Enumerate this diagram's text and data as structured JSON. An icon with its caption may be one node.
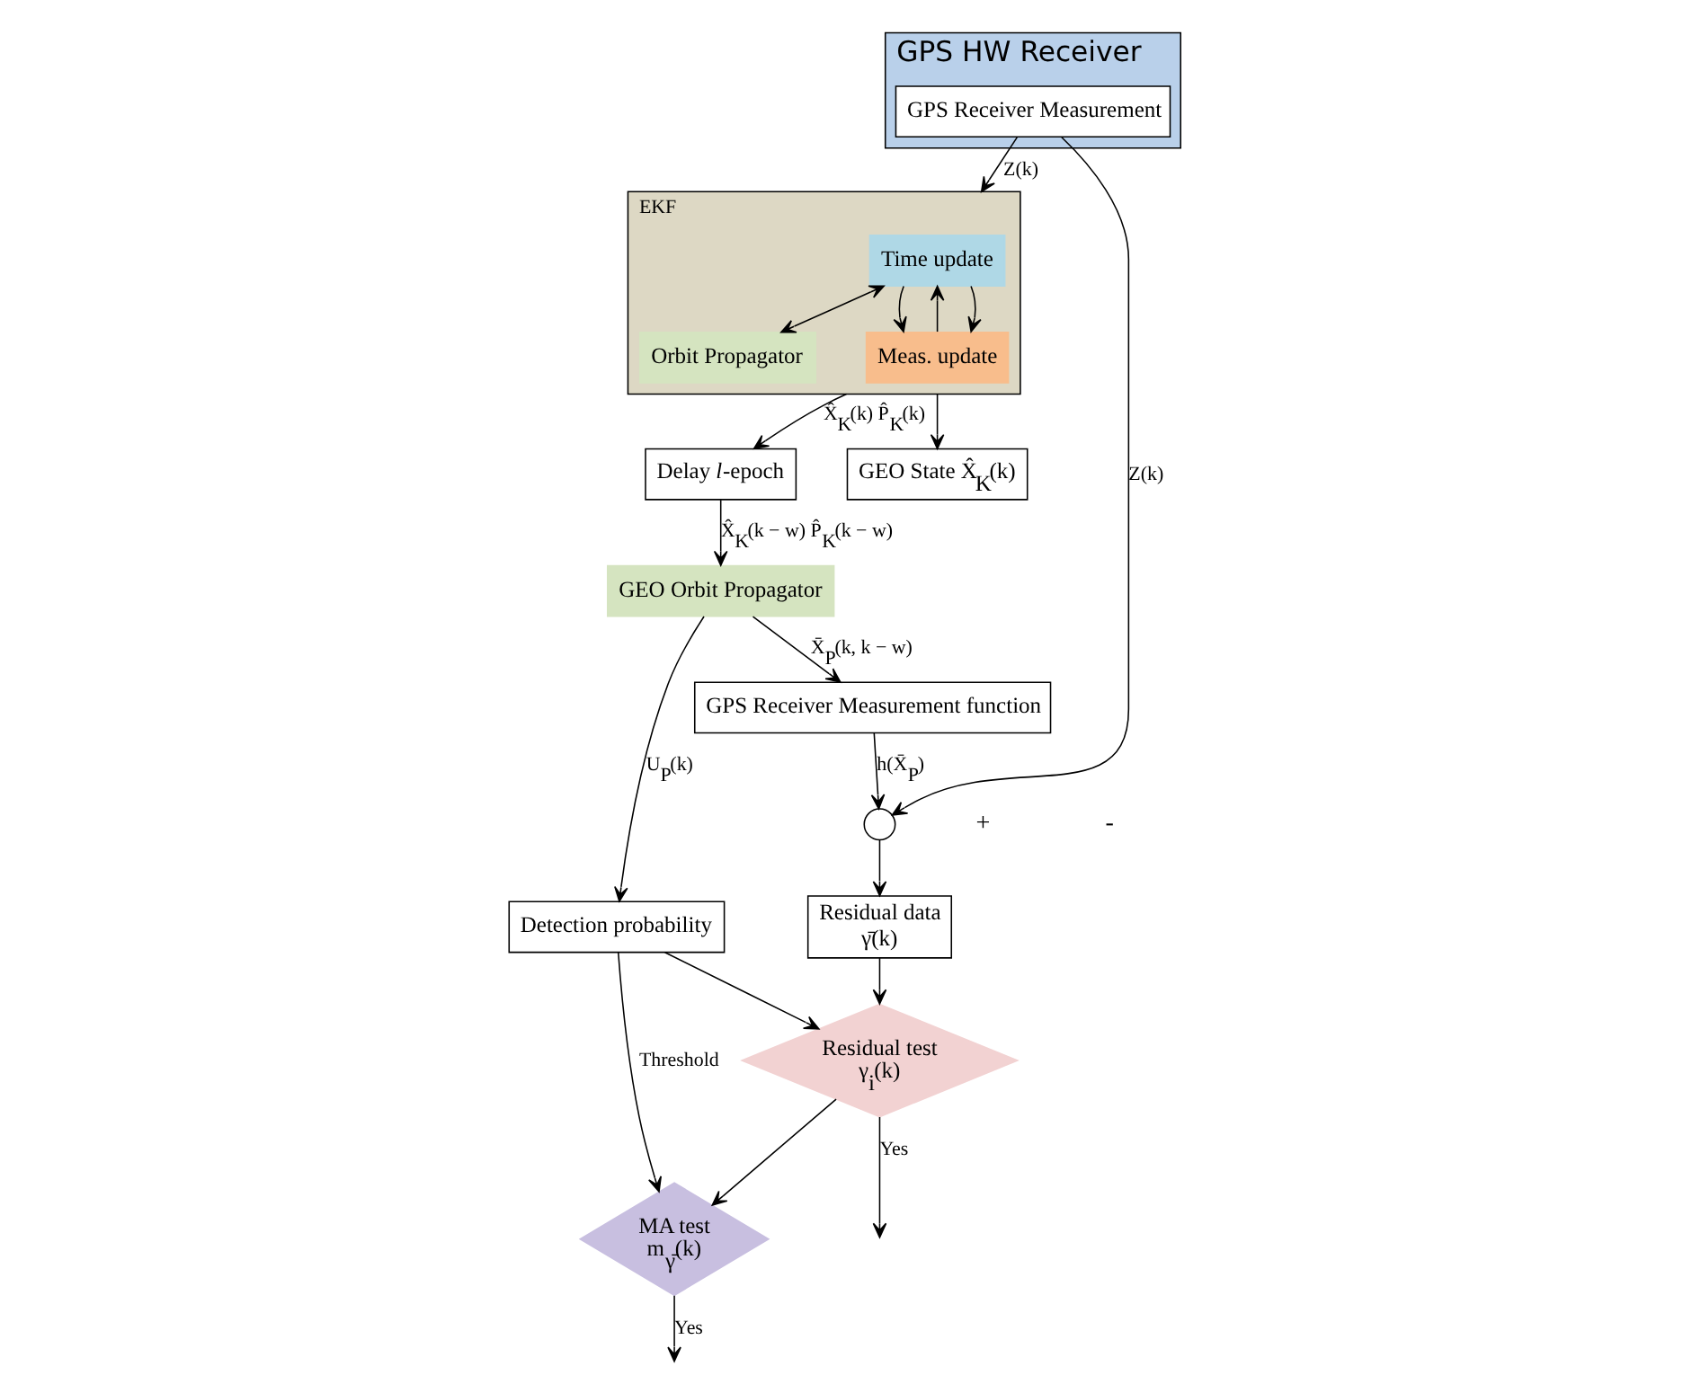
{
  "diagram": {
    "nodes": [
      {
        "text": [
          "GPS HW Receiver"
        ]
      },
      {
        "text": [
          "GPS Receiver Measurement"
        ],
        "in": 0
      },
      {
        "text": [],
        "shape": "circle"
      },
      {
        "text": [
          "GPS Receiver Measurement function"
        ]
      },
      {
        "text": [
          "Residual data",
          "γ̄(k)"
        ]
      },
      {
        "text": [
          "Residual test",
          "γ$_{i}$(k)"
        ]
      },
      {
        "text": [
          "MA test",
          "m$_{γ̄}$(k)"
        ]
      },
      {
        "text": [
          "Detection probability"
        ]
      },
      {
        "text": [
          "GEO Orbit Propagator"
        ]
      },
      {
        "text": [
          "EKF"
        ]
      },
      {
        "text": [
          "Time update"
        ],
        "in": 9
      },
      {
        "text": [
          "Orbit Propagator"
        ],
        "in": 9
      },
      {
        "text": [
          "Meas. update"
        ],
        "in": 9
      },
      {
        "text": [
          "Delay *l*-epoch"
        ]
      },
      {
        "text": [
          "GEO State X̂$_{K}$(k)"
        ]
      }
    ],
    "edges": [
      {
        "from": 1,
        "to": 2,
        "arrow": "to",
        "label": "Z(k)"
      },
      {
        "from": 3,
        "to": 2,
        "arrow": "to",
        "label": "h(X̄$_{P}$)"
      },
      {
        "from": 2,
        "to": 4,
        "arrow": "to"
      },
      {
        "from": 4,
        "to": 5,
        "arrow": "to"
      },
      {
        "from": 5,
        "to": null,
        "arrow": "to",
        "label": "Yes"
      },
      {
        "from": 5,
        "to": 6,
        "arrow": "to"
      },
      {
        "from": 6,
        "to": null,
        "arrow": "to",
        "label": "Yes"
      },
      {
        "from": 7,
        "to": 5,
        "arrow": "to"
      },
      {
        "from": 7,
        "to": 6,
        "arrow": "to",
        "label": "Threshold"
      },
      {
        "from": 8,
        "to": 7,
        "arrow": "to",
        "label": "U$_{P}$(k)"
      },
      {
        "from": 8,
        "to": 3,
        "arrow": "to",
        "label": "X̄$_{P}$(k, k − w)"
      },
      {
        "from": 1,
        "to": 9,
        "arrow": "to",
        "label": "Z(k)"
      },
      {
        "from": 10,
        "to": 12,
        "arrow": "to"
      },
      {
        "from": 12,
        "to": 10,
        "arrow": "to"
      },
      {
        "from": 10,
        "to": 11,
        "arrow": "both"
      },
      {
        "from": 10,
        "to": 12,
        "arrow": "to"
      },
      {
        "from": 9,
        "to": 14,
        "arrow": "to"
      },
      {
        "from": 9,
        "to": 13,
        "arrow": "to",
        "label": "X̂$_{K}$(k) P̂$_{K}$(k)"
      },
      {
        "from": 13,
        "to": 8,
        "arrow": "to",
        "label": "X̂$_{K}$(k − w) P̂$_{K}$(k − w)"
      }
    ],
    "labels": [
      "+",
      "-"
    ]
  }
}
